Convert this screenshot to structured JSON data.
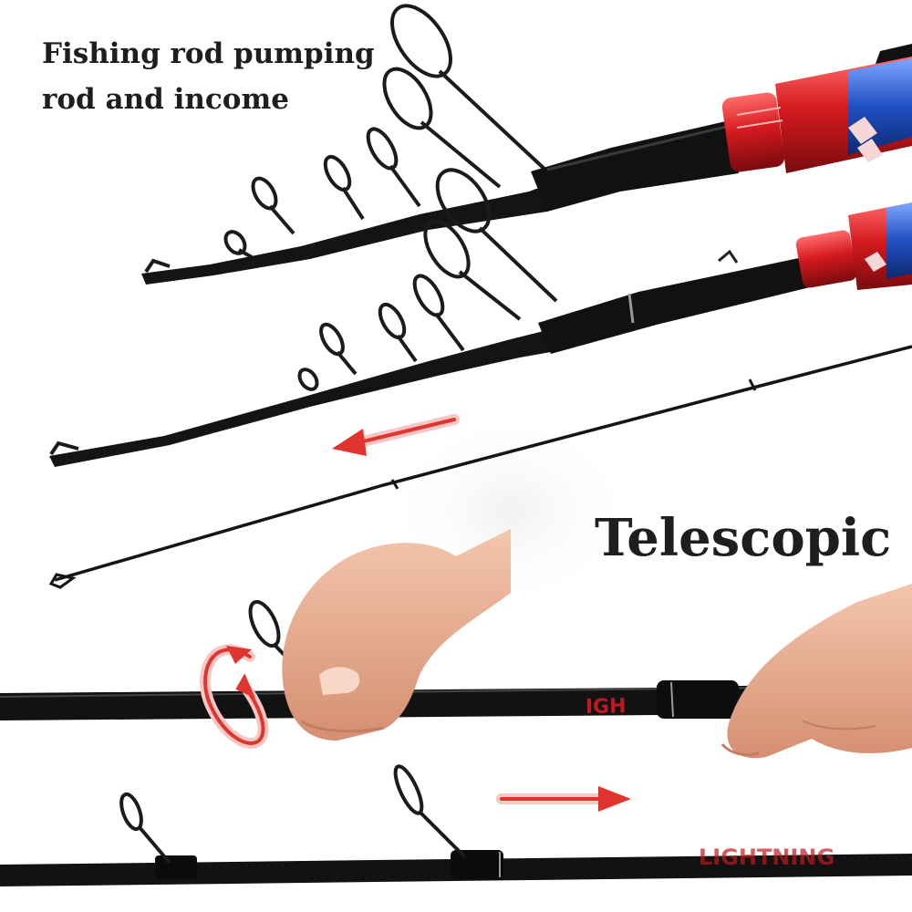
{
  "captions": {
    "top_line1": "Fishing rod pumping",
    "top_line2": "rod and income",
    "telescopic": "Telescopic"
  },
  "brand": {
    "rod_print_mid": "IGH",
    "rod_print_bottom": "LIGHTNING"
  },
  "colors": {
    "background": "#ffffff",
    "rod_black": "#121212",
    "reel_seat_red": "#d41a1f",
    "reel_seat_blue": "#1f4fc2",
    "arrow_red": "#e0342e",
    "skin": "#e2a88c",
    "text": "#1e1e1e"
  },
  "icons": {
    "collapse_arrow": "arrow-left-icon",
    "extend_arrow": "arrow-right-icon",
    "twist_arrow": "rotate-arrow-icon",
    "reel_seat_logo": "sougayilang-logo-icon"
  }
}
